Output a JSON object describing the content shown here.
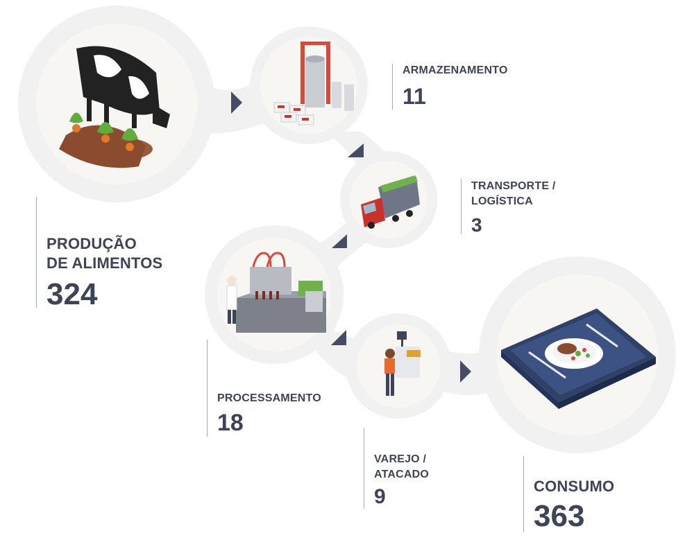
{
  "stages": {
    "producao": {
      "name_line1": "PRODUÇÃO",
      "name_line2": "DE ALIMENTOS",
      "value": "324"
    },
    "armazenamento": {
      "name_line1": "ARMAZENAMENTO",
      "value": "11"
    },
    "transporte": {
      "name_line1": "TRANSPORTE /",
      "name_line2": "LOGÍSTICA",
      "value": "3"
    },
    "processamento": {
      "name_line1": "PROCESSAMENTO",
      "value": "18"
    },
    "varejo": {
      "name_line1": "VAREJO /",
      "name_line2": "ATACADO",
      "value": "9"
    },
    "consumo": {
      "name_line1": "CONSUMO",
      "value": "363"
    }
  },
  "icons": [
    "cow-and-crops-icon",
    "silo-storage-icon",
    "truck-icon",
    "factory-processing-icon",
    "retail-cashier-icon",
    "food-tray-icon"
  ],
  "colors": {
    "text": "#3d4457",
    "arrow": "#454c63",
    "bubble_outer": "#f1f1f2",
    "bubble_inner": "#f7f6f3"
  }
}
